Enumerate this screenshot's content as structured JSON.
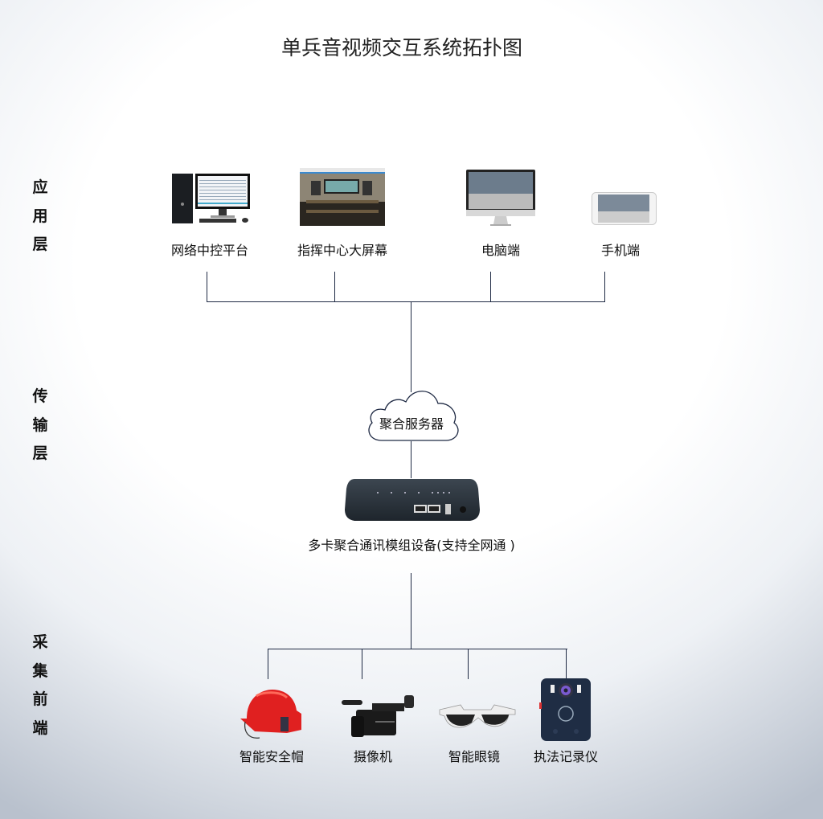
{
  "title": "单兵音视频交互系统拓扑图",
  "layers": {
    "application": [
      "应",
      "用",
      "层"
    ],
    "transport": [
      "传",
      "输",
      "层"
    ],
    "collection": [
      "采",
      "集",
      "前",
      "端"
    ]
  },
  "application_nodes": [
    {
      "label": "网络中控平台",
      "icon": "desktop-pc-icon"
    },
    {
      "label": "指挥中心大屏幕",
      "icon": "command-center-icon"
    },
    {
      "label": "电脑端",
      "icon": "imac-icon"
    },
    {
      "label": "手机端",
      "icon": "smartphone-icon"
    }
  ],
  "server": {
    "label": "聚合服务器",
    "icon": "cloud-icon"
  },
  "device": {
    "label": "多卡聚合通讯模组设备(支持全网通 )",
    "icon": "router-icon"
  },
  "collection_nodes": [
    {
      "label": "智能安全帽",
      "icon": "helmet-icon"
    },
    {
      "label": "摄像机",
      "icon": "camcorder-icon"
    },
    {
      "label": "智能眼镜",
      "icon": "smart-glasses-icon"
    },
    {
      "label": "执法记录仪",
      "icon": "body-camera-icon"
    }
  ],
  "colors": {
    "line": "#1f2a44",
    "helmet": "#e02020"
  }
}
